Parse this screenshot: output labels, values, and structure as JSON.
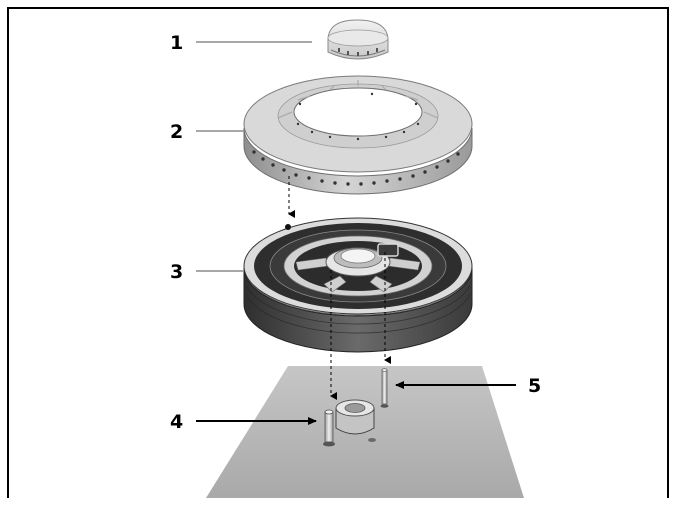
{
  "callouts": [
    {
      "id": "1",
      "label": "1"
    },
    {
      "id": "2",
      "label": "2"
    },
    {
      "id": "3",
      "label": "3"
    },
    {
      "id": "4",
      "label": "4"
    },
    {
      "id": "5",
      "label": "5"
    }
  ],
  "colors": {
    "frame": "#000000",
    "leader_line": "#8c8c8c",
    "part_light": "#e2e2e2",
    "part_mid": "#bcbcbc",
    "part_dark": "#4a4a4a",
    "cooktop": "#b4b4b4"
  }
}
